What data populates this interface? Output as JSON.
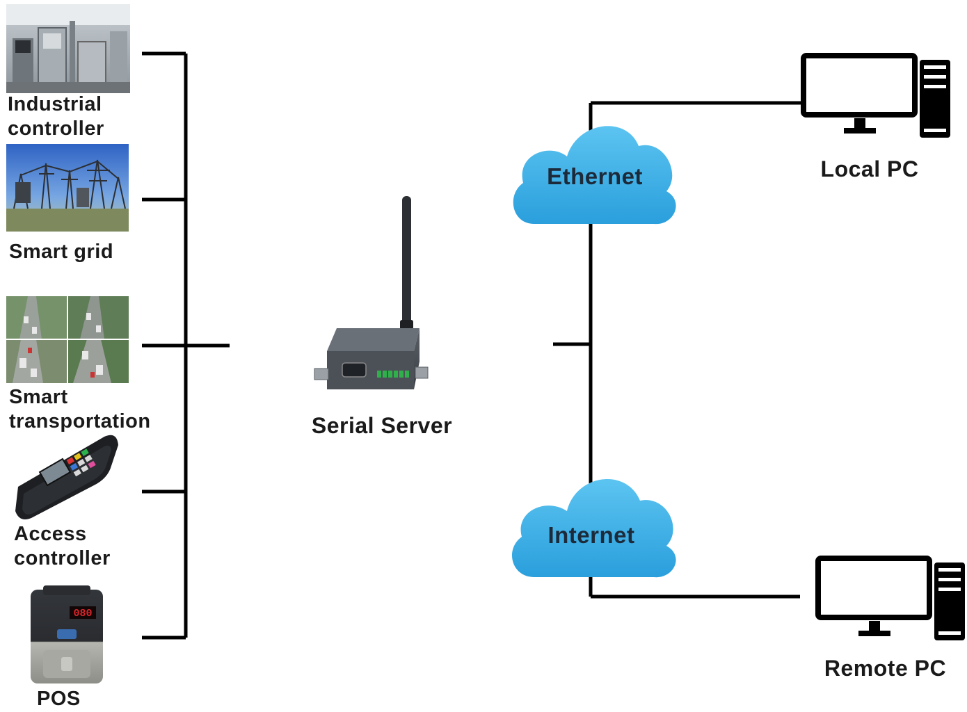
{
  "devices": {
    "industrial": {
      "line1": "Industrial",
      "line2": "controller"
    },
    "smart_grid": {
      "line1": "Smart grid"
    },
    "transportation": {
      "line1": "Smart",
      "line2": "transportation"
    },
    "access": {
      "line1": "Access",
      "line2": "controller"
    },
    "pos": {
      "line1": "POS",
      "display": "080"
    }
  },
  "center": {
    "label": "Serial Server"
  },
  "networks": {
    "ethernet": "Ethernet",
    "internet": "Internet"
  },
  "computers": {
    "local": "Local PC",
    "remote": "Remote PC"
  },
  "colors": {
    "cloud": "#2aa7e0",
    "line": "#000000",
    "pos_display": "#d9262b"
  }
}
